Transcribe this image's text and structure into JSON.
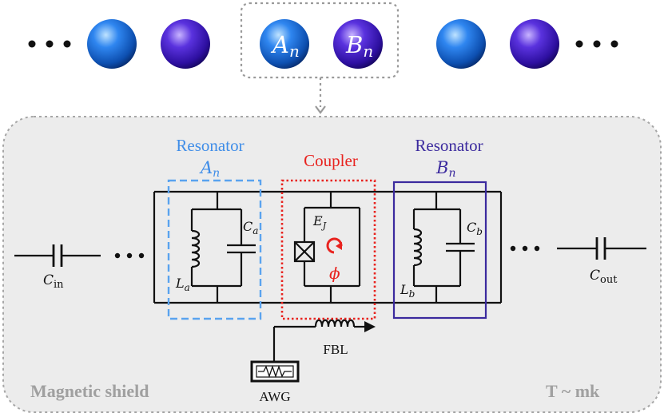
{
  "chain": {
    "site_a_label": "A",
    "site_a_sub": "n",
    "site_b_label": "B",
    "site_b_sub": "n",
    "color_a": "#2e7fe8",
    "color_b": "#5a2fd6"
  },
  "circuit": {
    "resonator_a": {
      "title": "Resonator",
      "name": "A",
      "sub": "n",
      "inductor": "L",
      "inductor_sub": "a",
      "capacitor": "C",
      "capacitor_sub": "a",
      "color": "#3f8de8"
    },
    "coupler": {
      "title": "Coupler",
      "junction": "E",
      "junction_sub": "J",
      "flux": "ϕ",
      "color": "#e8231f"
    },
    "resonator_b": {
      "title": "Resonator",
      "name": "B",
      "sub": "n",
      "inductor": "L",
      "inductor_sub": "b",
      "capacitor": "C",
      "capacitor_sub": "b",
      "color": "#3b2a9e"
    },
    "c_in": {
      "symbol": "C",
      "sub": "in"
    },
    "c_out": {
      "symbol": "C",
      "sub": "out"
    },
    "fbl_label": "FBL",
    "awg_label": "AWG"
  },
  "shield": {
    "label": "Magnetic shield",
    "temperature": "T ~ mk"
  }
}
